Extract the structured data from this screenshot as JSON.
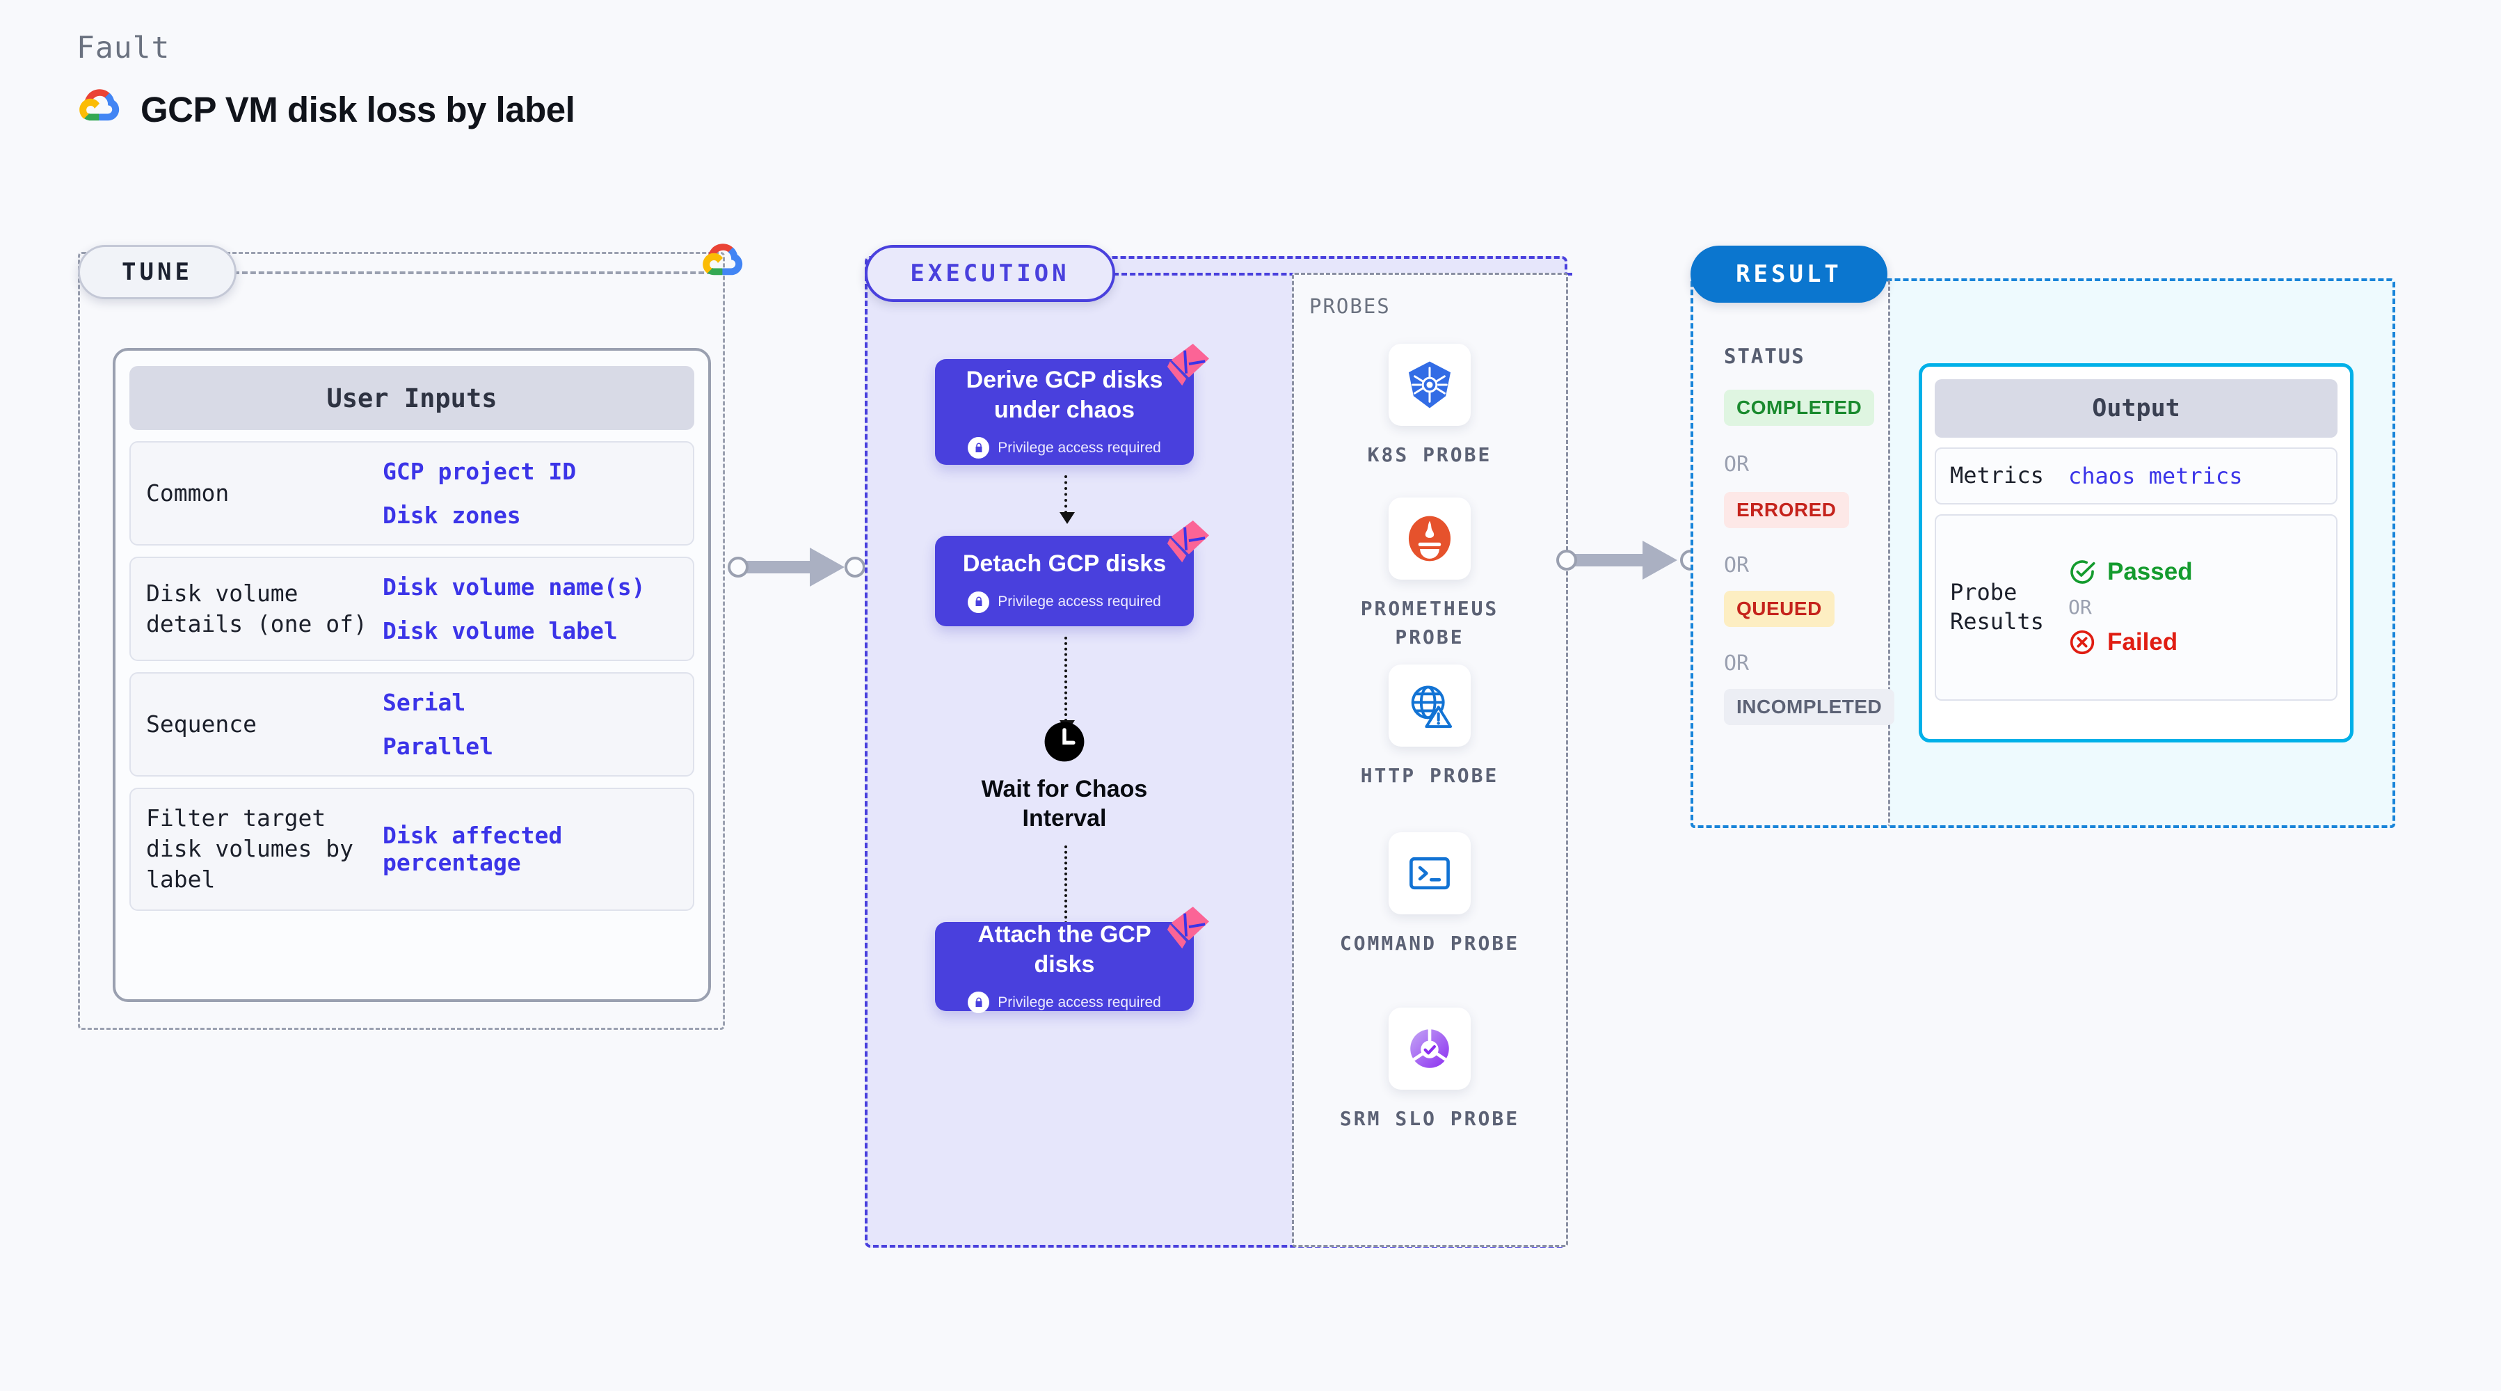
{
  "header": {
    "kicker": "Fault",
    "title": "GCP VM disk loss by label",
    "logo_icon": "google-cloud-logo"
  },
  "tune": {
    "badge": "TUNE",
    "logo_icon": "google-cloud-logo",
    "card_title": "User Inputs",
    "rows": [
      {
        "key": "Common",
        "values": [
          "GCP project ID",
          "Disk zones"
        ]
      },
      {
        "key": "Disk volume details (one of)",
        "values": [
          "Disk volume name(s)",
          "Disk volume label"
        ]
      },
      {
        "key": "Sequence",
        "values": [
          "Serial",
          "Parallel"
        ]
      },
      {
        "key": "Filter target disk volumes by label",
        "values": [
          "Disk affected percentage"
        ]
      }
    ]
  },
  "execution": {
    "badge": "EXECUTION",
    "privilege_text": "Privilege access required",
    "nodes": [
      {
        "title": "Derive GCP disks under chaos",
        "privilege": true,
        "icon": "harness-ribbon-icon"
      },
      {
        "title": "Detach GCP disks",
        "privilege": true,
        "icon": "harness-ribbon-icon"
      },
      {
        "title": "Wait for Chaos Interval",
        "privilege": false,
        "icon": "clock-icon"
      },
      {
        "title": "Attach the GCP disks",
        "privilege": true,
        "icon": "harness-ribbon-icon"
      }
    ]
  },
  "probes": {
    "label": "PROBES",
    "items": [
      {
        "name": "K8S PROBE",
        "icon": "kubernetes-icon"
      },
      {
        "name": "PROMETHEUS PROBE",
        "icon": "prometheus-icon"
      },
      {
        "name": "HTTP PROBE",
        "icon": "http-globe-icon"
      },
      {
        "name": "COMMAND PROBE",
        "icon": "terminal-icon"
      },
      {
        "name": "SRM SLO PROBE",
        "icon": "srm-slo-icon"
      }
    ]
  },
  "result": {
    "badge": "RESULT",
    "status_label": "STATUS",
    "or_text": "OR",
    "statuses": [
      {
        "text": "COMPLETED",
        "color": "#1a8a2e",
        "bg": "#dff5e1"
      },
      {
        "text": "ERRORED",
        "color": "#c5231c",
        "bg": "#fde8e7"
      },
      {
        "text": "QUEUED",
        "color": "#c5231c",
        "bg": "#fdeec2"
      },
      {
        "text": "INCOMPLETED",
        "color": "#5c6275",
        "bg": "#eceef4"
      }
    ],
    "output": {
      "title": "Output",
      "metrics_key": "Metrics",
      "metrics_value": "chaos metrics",
      "probe_results_key": "Probe Results",
      "passed": "Passed",
      "failed": "Failed",
      "or_text": "OR",
      "passed_color": "#149b2e",
      "failed_color": "#e01d12",
      "passed_icon": "check-circle-icon",
      "failed_icon": "x-circle-icon"
    }
  },
  "colors": {
    "accent_purple": "#4940dd",
    "accent_blue": "#0b76cf",
    "accent_cyan": "#00b0e8",
    "link_blue": "#3b34e8",
    "ribbon_pink": "#fb6496",
    "page_bg": "#f8f9fc"
  }
}
